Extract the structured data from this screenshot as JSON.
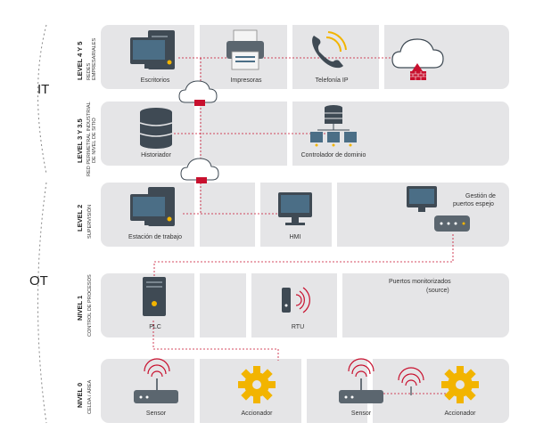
{
  "zones": {
    "it": "IT",
    "ot": "OT"
  },
  "levels": [
    {
      "title": "LEVEL 4 Y 5",
      "subtitle_1": "REDES",
      "subtitle_2": "EMPRESARIALES"
    },
    {
      "title": "LEVEL 3 Y 3.5",
      "subtitle_1": "RED PERIMETRAL INDUSTRIAL",
      "subtitle_2": "DE NIVEL DE SITIO"
    },
    {
      "title": "LEVEL 2",
      "subtitle_1": "SUPERVISIÓN",
      "subtitle_2": ""
    },
    {
      "title": "NIVEL 1",
      "subtitle_1": "CONTROL DE PROCESOS",
      "subtitle_2": ""
    },
    {
      "title": "NIVEL 0",
      "subtitle_1": "CELDA / ÁREA",
      "subtitle_2": ""
    }
  ],
  "devices": {
    "escritorios": "Escritorios",
    "impresoras": "Impresoras",
    "telefonia": "Telefonía IP",
    "historiador": "Historiador",
    "controlador": "Controlador de dominio",
    "estacion": "Estación de trabajo",
    "hmi": "HMI",
    "plc": "PLC",
    "rtu": "RTU",
    "sensor_1": "Sensor",
    "accionador_1": "Accionador",
    "sensor_2": "Sensor",
    "accionador_2": "Accionador"
  },
  "notes": {
    "gestion_1": "Gestión de",
    "gestion_2": "puertos espejo",
    "monitor_1": "Puertos monitorizados",
    "monitor_2": "(source)"
  },
  "icons": [
    "desktop-computer-icon",
    "printer-icon",
    "phone-icon",
    "cloud-firewall-icon",
    "database-icon",
    "server-network-icon",
    "monitor-icon",
    "switch-icon",
    "plc-icon",
    "rtu-icon",
    "sensor-icon",
    "gear-icon"
  ],
  "colors": {
    "band": "#e5e5e7",
    "panel": "#dcdcde",
    "accent": "#c8102e",
    "gear": "#f2b400",
    "device": "#3f4a54",
    "screen": "#4b6e86"
  }
}
